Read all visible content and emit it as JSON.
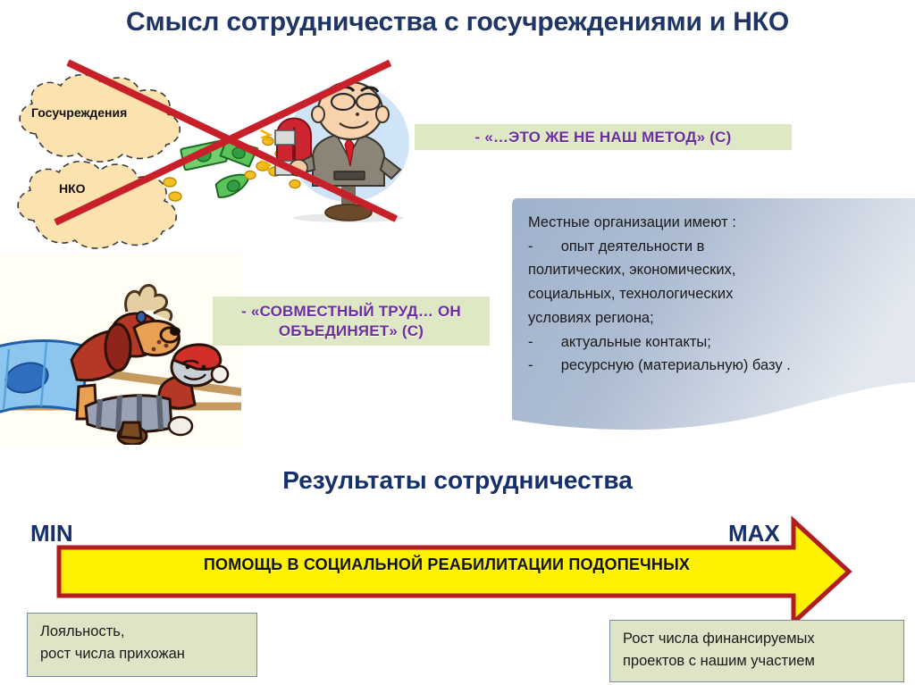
{
  "slide": {
    "title": "Смысл сотрудничества с госучреждениями и НКО",
    "section_title": "Результаты сотрудничества"
  },
  "clouds": [
    {
      "label": "Госучреждения"
    },
    {
      "label": "НКО"
    }
  ],
  "quotes": [
    {
      "text": "- «…ЭТО ЖЕ НЕ НАШ МЕТОД» (С)"
    },
    {
      "line1": "- «СОВМЕСТНЫЙ ТРУД… ОН",
      "line2": "ОБЪЕДИНЯЕТ» (С)"
    }
  ],
  "info_panel": {
    "heading": "Местные организации имеют :",
    "lines": [
      "-\tопыт деятельности в",
      "политических, экономических,",
      "социальных, технологических",
      "условиях региона;",
      "-\tактуальные контакты;",
      "-\tресурсную (материальную) базу ."
    ]
  },
  "scale": {
    "min_label": "MIN",
    "max_label": "MAX",
    "arrow_text": "ПОМОЩЬ В СОЦИАЛЬНОЙ РЕАБИЛИТАЦИИ ПОДОПЕЧНЫХ"
  },
  "results": {
    "left": {
      "line1": "Лояльность,",
      "line2": "рост числа прихожан"
    },
    "right": {
      "line1": "Рост числа финансируемых",
      "line2": "проектов с нашим участием"
    }
  },
  "colors": {
    "title_blue": "#1f3566",
    "cloud_fill": "#fbe2ae",
    "banner_green": "#dfe8c4",
    "banner_purple": "#6b2f9e",
    "arrow_yellow": "#fff200",
    "arrow_border": "#b01c20",
    "box_green": "#dde5c6",
    "box_border": "#7a8ba0",
    "red_cross": "#c8202a"
  },
  "icons": {
    "cross_out": "red-x-icon",
    "money": "banknote-icon",
    "coin": "coin-icon",
    "magnet": "magnet-icon",
    "businessman": "businessman-icon",
    "dog": "dog-icon",
    "cat": "cat-icon",
    "flag": "flag-icon",
    "arrow": "right-arrow-icon"
  }
}
